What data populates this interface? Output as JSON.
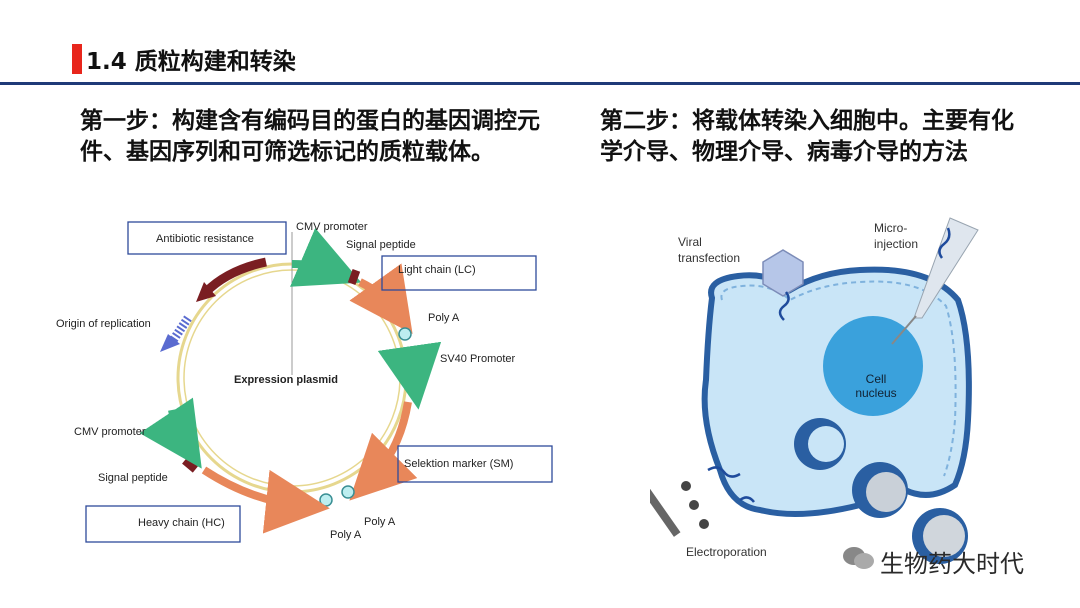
{
  "slide": {
    "title": "1.4 质粒构建和转染",
    "step1": "第一步：构建含有编码目的蛋白的基因调控元件、基因序列和可筛选标记的质粒载体。",
    "step2": "第二步：将载体转染入细胞中。主要有化学介导、物理介导、病毒介导的方法"
  },
  "plasmid": {
    "center": "Expression plasmid",
    "antibiotic": "Antibiotic resistance",
    "origin": "Origin of replication",
    "cmv_top": "CMV promoter",
    "signal_top": "Signal peptide",
    "light_chain": "Light chain (LC)",
    "polya_1": "Poly A",
    "sv40": "SV40 Promoter",
    "selection": "Selektion marker (SM)",
    "polya_2": "Poly A",
    "polya_3": "Poly A",
    "heavy_chain": "Heavy chain (HC)",
    "signal_bottom": "Signal peptide",
    "cmv_left": "CMV promoter"
  },
  "cell": {
    "viral_1": "Viral",
    "viral_2": "transfection",
    "micro_1": "Micro-",
    "micro_2": "injection",
    "nucleus_1": "Cell",
    "nucleus_2": "nucleus",
    "electro": "Electroporation"
  },
  "watermark": "生物药大时代",
  "colors": {
    "accent_red": "#e8261c",
    "rule_blue": "#1f3a78",
    "cell_blue": "#c9e5f7",
    "arrow_green": "#3cb580",
    "arrow_orange": "#e8875a",
    "arrow_darkred": "#7a1e22"
  }
}
